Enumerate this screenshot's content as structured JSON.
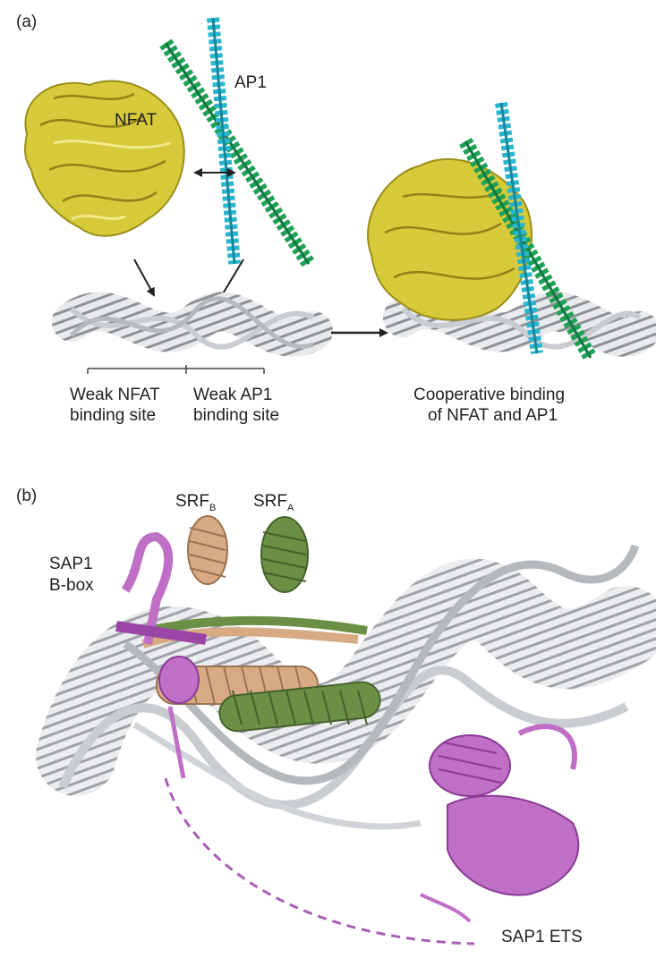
{
  "panel_a": {
    "label": "(a)",
    "nfat_label": "NFAT",
    "ap1_label": "AP1",
    "weak_nfat_line1": "Weak NFAT",
    "weak_nfat_line2": "binding site",
    "weak_ap1_line1": "Weak AP1",
    "weak_ap1_line2": "binding site",
    "coop_line1": "Cooperative binding",
    "coop_line2": "of NFAT and AP1"
  },
  "panel_b": {
    "label": "(b)",
    "srf_b_main": "SRF",
    "srf_b_sub": "B",
    "srf_a_main": "SRF",
    "srf_a_sub": "A",
    "sap1_bbox_line1": "SAP1",
    "sap1_bbox_line2": "B-box",
    "sap1_ets": "SAP1 ETS"
  },
  "colors": {
    "nfat": "#d6c93a",
    "ap1_cyan": "#29b6cf",
    "ap1_green": "#1fa257",
    "dna": "#c9ccd1",
    "srf_a": "#6b8f45",
    "srf_b": "#d7aa84",
    "sap1": "#c06fc6",
    "dashed": "#a85fb5"
  }
}
